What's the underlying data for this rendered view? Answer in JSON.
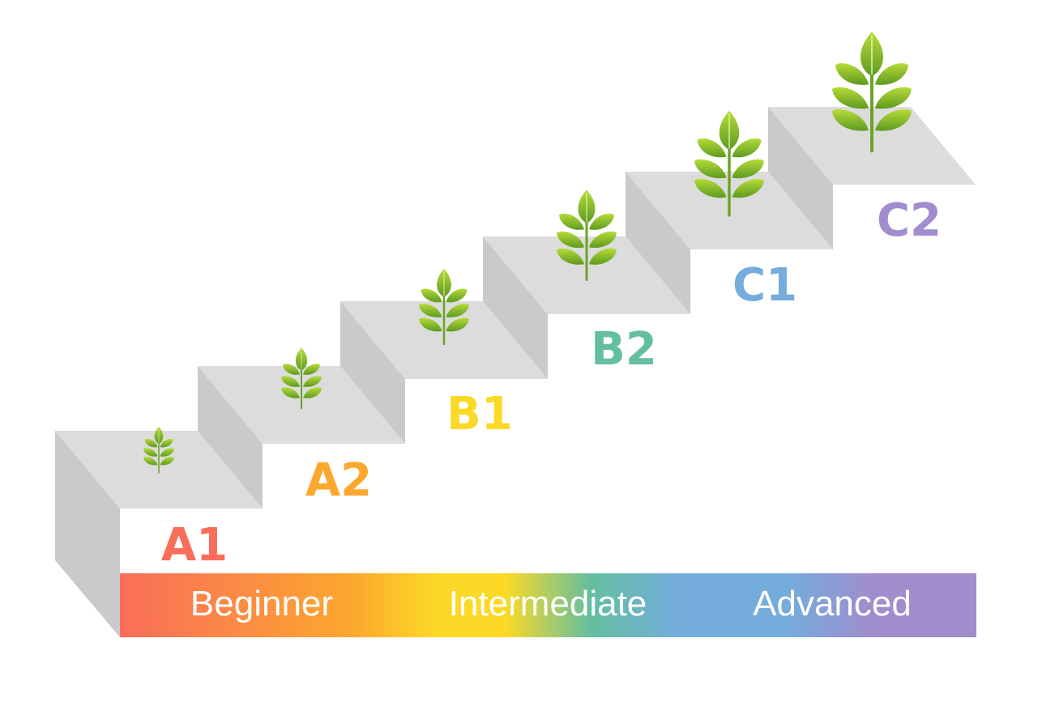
{
  "levels": [
    {
      "code": "A1",
      "color": "#fb6d5b"
    },
    {
      "code": "A2",
      "color": "#fca72e"
    },
    {
      "code": "B1",
      "color": "#fbd926"
    },
    {
      "code": "B2",
      "color": "#63bfa0"
    },
    {
      "code": "C1",
      "color": "#74acdb"
    },
    {
      "code": "C2",
      "color": "#a18ccd"
    }
  ],
  "bands": [
    {
      "label": "Beginner"
    },
    {
      "label": "Intermediate"
    },
    {
      "label": "Advanced"
    }
  ],
  "colors": {
    "step_top": "#dcdcdc",
    "step_side": "#cacaca",
    "leaf_dark": "#5e9a1f",
    "leaf_light": "#b6dc3a",
    "stem": "#6aa323"
  }
}
